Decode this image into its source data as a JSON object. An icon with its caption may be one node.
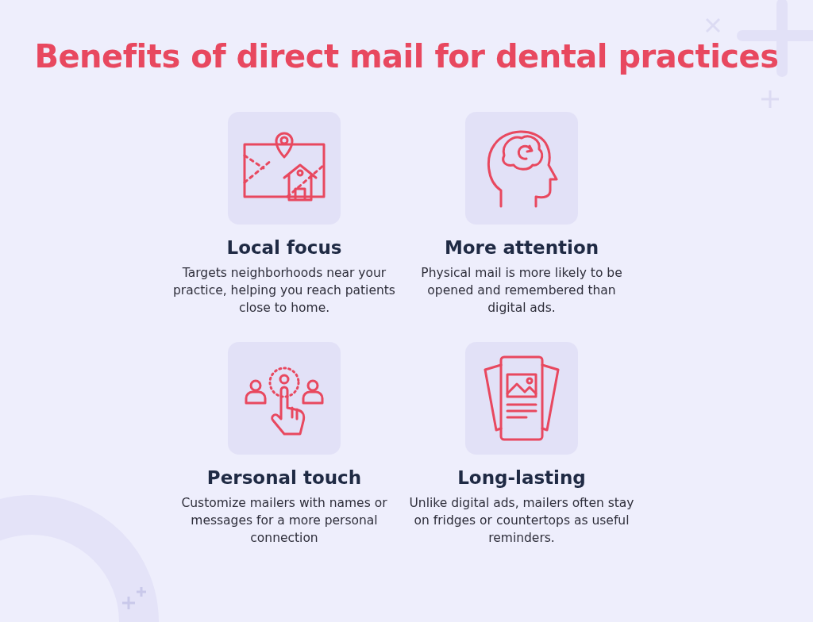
{
  "diagram": {
    "title": "Benefits of direct mail for dental practices",
    "nodes": [
      {
        "text": [
          "Local focus",
          "Targets neighborhoods near your practice, helping you reach patients close to home."
        ]
      },
      {
        "text": [
          "More attention",
          "Physical mail is more likely to be opened and remembered than digital ads."
        ]
      },
      {
        "text": [
          "Personal touch",
          "Customize mailers with names or messages for a more personal connection"
        ]
      },
      {
        "text": [
          "Long-lasting",
          "Unlike digital ads, mailers often stay on fridges or countertops as useful reminders."
        ]
      }
    ],
    "edges": []
  }
}
